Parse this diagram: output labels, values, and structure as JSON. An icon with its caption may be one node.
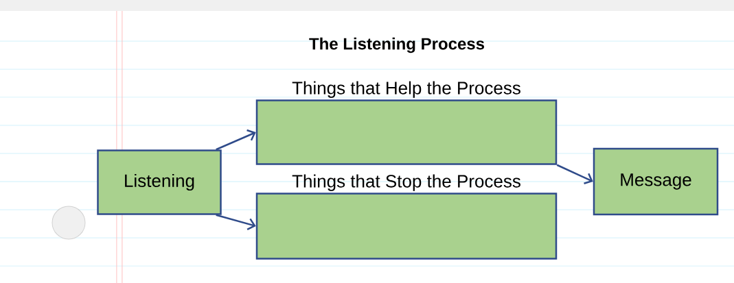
{
  "diagram": {
    "title": "The Listening Process",
    "nodes": [
      {
        "text": [
          "Listening"
        ]
      },
      {
        "text": [
          "Things that Help the Process"
        ]
      },
      {
        "text": [
          "Things that Stop the Process"
        ]
      },
      {
        "text": [
          "Message"
        ]
      }
    ],
    "edges": [
      {
        "from": 0,
        "to": 1,
        "arrow": "to"
      },
      {
        "from": 0,
        "to": 2,
        "arrow": "to"
      },
      {
        "from": 1,
        "to": 3,
        "arrow": "to"
      }
    ]
  }
}
